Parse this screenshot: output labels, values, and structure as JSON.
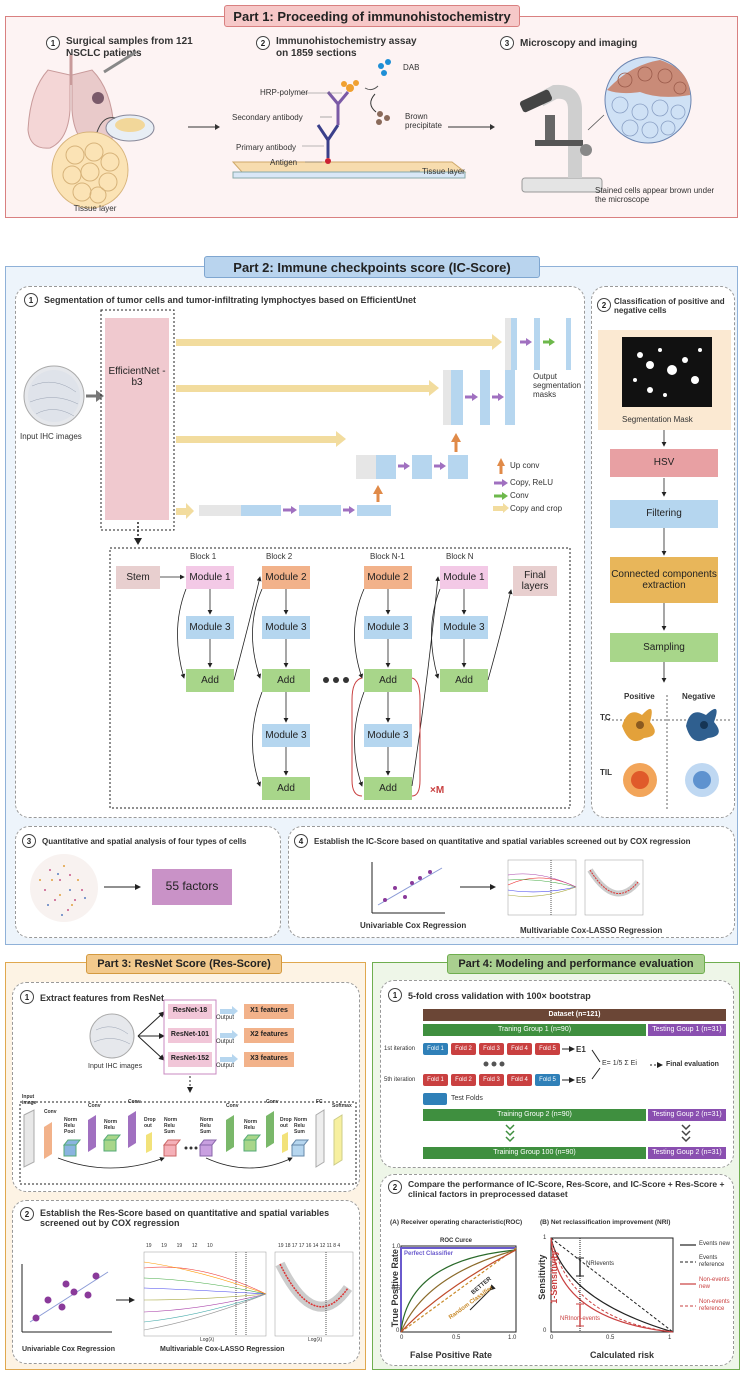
{
  "part1": {
    "title": "Part 1: Proceeding of immunohistochemistry",
    "step1": "Surgical samples from 121 NSCLC patients",
    "step2": "Immunohistochemistry assay on 1859 sections",
    "step3": "Microscopy and imaging",
    "n1": "1",
    "n2": "2",
    "n3": "3",
    "tissue_layer": "Tissue layer",
    "hrp": "HRP-polymer",
    "secondary": "Secondary antibody",
    "primary": "Primary antibody",
    "antigen": "Antigen",
    "tissue_layer2": "Tissue layer",
    "dab": "DAB",
    "brown": "Brown precipitate",
    "stained": "Stained cells appear brown under the microscope"
  },
  "part2": {
    "title": "Part 2: Immune checkpoints score (IC-Score)",
    "s1": "Segmentation of tumor cells and tumor-infiltrating lymphoctyes based on EfficientUnet",
    "input": "Input IHC images",
    "effnet": "EfficientNet -b3",
    "output": "Output segmentation masks",
    "legend": [
      "Up conv",
      "Copy, ReLU",
      "Conv",
      "Copy and crop"
    ],
    "blocks": [
      "Block 1",
      "Block 2",
      "Block N-1",
      "Block N"
    ],
    "stem": "Stem",
    "final": "Final layers",
    "m1": "Module 1",
    "m2": "Module 2",
    "m3": "Module 3",
    "add": "Add",
    "xm": "×M",
    "s2": "Classification of positive and negative cells",
    "segmask": "Segmentation Mask",
    "hsv": "HSV",
    "filtering": "Filtering",
    "cc": "Connected components extraction",
    "sampling": "Sampling",
    "positive": "Positive",
    "negative": "Negative",
    "tc": "TC",
    "til": "TIL",
    "s3": "Quantitative and spatial analysis of four types of cells",
    "factors": "55 factors",
    "s4": "Establish the IC-Score based on quantitative and spatial variables screened out by COX regression",
    "uni": "Univariable Cox Regression",
    "multi": "Multivariable Cox-LASSO Regression"
  },
  "part3": {
    "title": "Part 3: ResNet Score (Res-Score)",
    "s1": "Extract features from ResNet",
    "input": "Input IHC images",
    "nets": [
      "ResNet-18",
      "ResNet-101",
      "ResNet-152"
    ],
    "feats": [
      "X1 features",
      "X2 features",
      "X3 features"
    ],
    "output": "Output",
    "layers": [
      "Input image",
      "Conv",
      "Norm Relu Pool",
      "Conv",
      "Norm Relu",
      "Conv",
      "Drop out",
      "Norm Relu Sum",
      "Norm Relu Sum",
      "Conv",
      "Norm Relu",
      "Conv",
      "Drop out",
      "Norm Relu Sum",
      "FC",
      "Softmax"
    ],
    "s2": "Establish the Res-Score based on quantitative and spatial variables screened out by COX regression",
    "uni": "Univariable Cox Regression",
    "multi": "Multivariable Cox-LASSO Regression"
  },
  "part4": {
    "title": "Part 4: Modeling and performance evaluation",
    "s1": "5-fold cross validation with 100× bootstrap",
    "dataset": "Dataset (n=121)",
    "train1": "Traning Group 1 (n=90)",
    "test1": "Testing Goup 1 (n=31)",
    "iter1": "1st iteration",
    "iter5": "5th iteration",
    "folds": [
      "Fold 1",
      "Fold 2",
      "Fold 3",
      "Fold 4",
      "Fold 5"
    ],
    "e1": "E1",
    "e5": "E5",
    "efx": "E= 1/5 Σ Ei",
    "final_eval": "Final evaluation",
    "test_folds": "Test Folds",
    "train2": "Training Group 2 (n=90)",
    "test2": "Testing Goup 2 (n=31)",
    "train100": "Training Group 100 (n=90)",
    "test100": "Testing Goup 2 (n=31)",
    "s2": "Compare the performance of IC-Score, Res-Score, and IC-Score + Res-Score + clinical factors in preprocessed dataset",
    "roc_title": "(A) Receiver operating characteristic(ROC)",
    "nri_title": "(B) Net reclassification improvement (NRI)",
    "roc_curve": "ROC Curce",
    "perfect": "Perfect Classifier",
    "better": "BETTER",
    "random": "Random Classifier",
    "tpr": "True Positive Rate",
    "fpr": "False Positive Rate",
    "sens": "Sensitivity",
    "onem": "1-Sensitivity",
    "risk": "Calculated risk",
    "nri_e": "NRIevents",
    "nri_ne": "NRInon-events",
    "nri_legend": [
      "Events new",
      "Events reference",
      "Non-events new",
      "Non-events reference"
    ]
  },
  "colors": {
    "part1": "#f6c8c8",
    "part2": "#b9d4ee",
    "part3": "#f2c98c",
    "part4": "#a9cf8f",
    "pink": "#f1c6d8",
    "orange": "#f2b28a",
    "blue": "#b5d6ef",
    "green": "#a8d68a",
    "purple": "#c992c7",
    "brown": "#6b4636",
    "darkgreen": "#3f8f3f",
    "red": "#c94040"
  }
}
